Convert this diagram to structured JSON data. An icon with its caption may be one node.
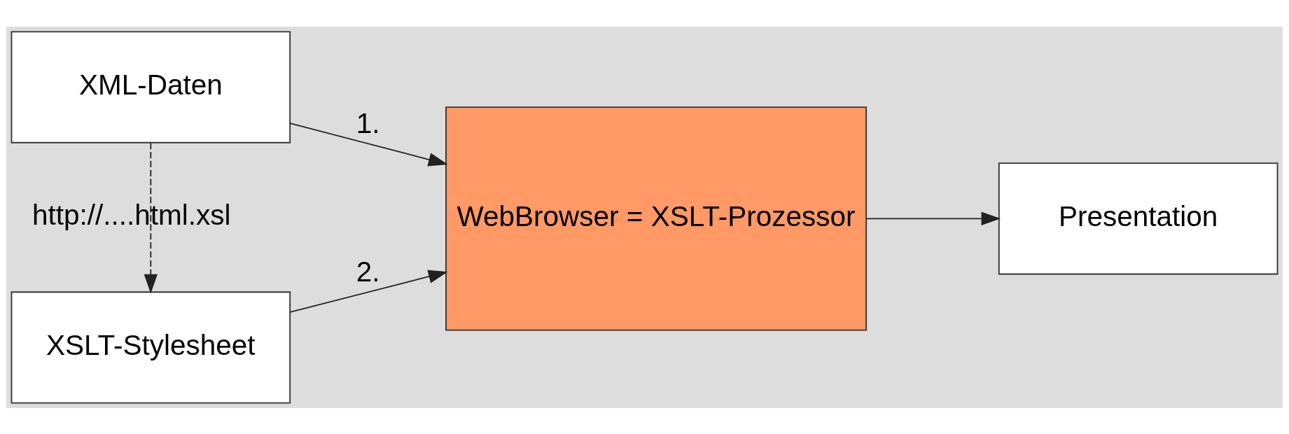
{
  "diagram": {
    "nodes": [
      {
        "text": [
          "XSLT-Stylesheet"
        ]
      },
      {
        "text": [
          "XML-Daten"
        ]
      },
      {
        "text": [
          "WebBrowser = XSLT-Prozessor"
        ]
      },
      {
        "text": [
          "Presentation"
        ]
      }
    ],
    "edges": [
      {
        "from": 1,
        "to": 0,
        "arrow": "to",
        "label": "http://....html.xsl",
        "style": "dashed"
      },
      {
        "from": 0,
        "to": 2,
        "arrow": "to",
        "label": "2."
      },
      {
        "from": 1,
        "to": 2,
        "arrow": "to",
        "label": "1."
      },
      {
        "from": 2,
        "to": 3,
        "arrow": "to"
      }
    ]
  }
}
